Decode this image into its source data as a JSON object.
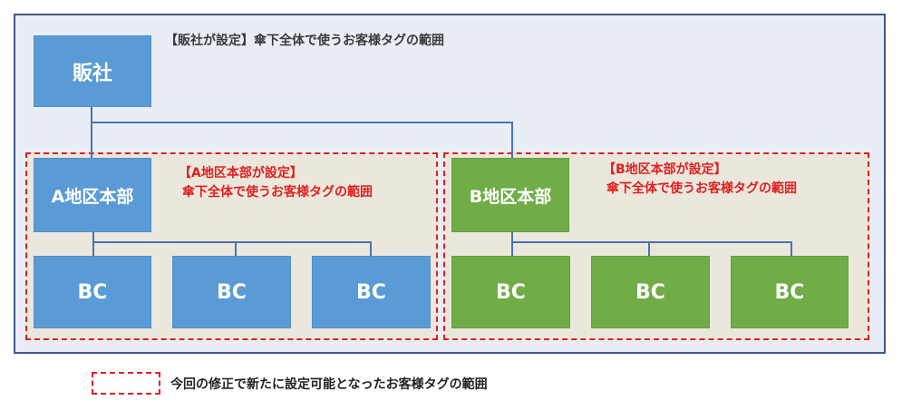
{
  "hq": {
    "label": "販社",
    "scope_bracket": "【販社が設定】",
    "scope_text": "傘下全体で使うお客様タグの範囲"
  },
  "areas": [
    {
      "label": "A地区本部",
      "scope_line1": "【A地区本部が設定】",
      "scope_line2": "傘下全体で使うお客様タグの範囲",
      "bcs": [
        "BC",
        "BC",
        "BC"
      ],
      "color": "#5b9bd5"
    },
    {
      "label": "B地区本部",
      "scope_line1": "【B地区本部が設定】",
      "scope_line2": "傘下全体で使うお客様タグの範囲",
      "bcs": [
        "BC",
        "BC",
        "BC"
      ],
      "color": "#70ad47"
    }
  ],
  "legend": {
    "text": "今回の修正で新たに設定可能となったお客様タグの範囲"
  },
  "colors": {
    "blue": "#5b9bd5",
    "green": "#70ad47",
    "red_dash": "#e02020",
    "frame": "#3e5a8a"
  }
}
